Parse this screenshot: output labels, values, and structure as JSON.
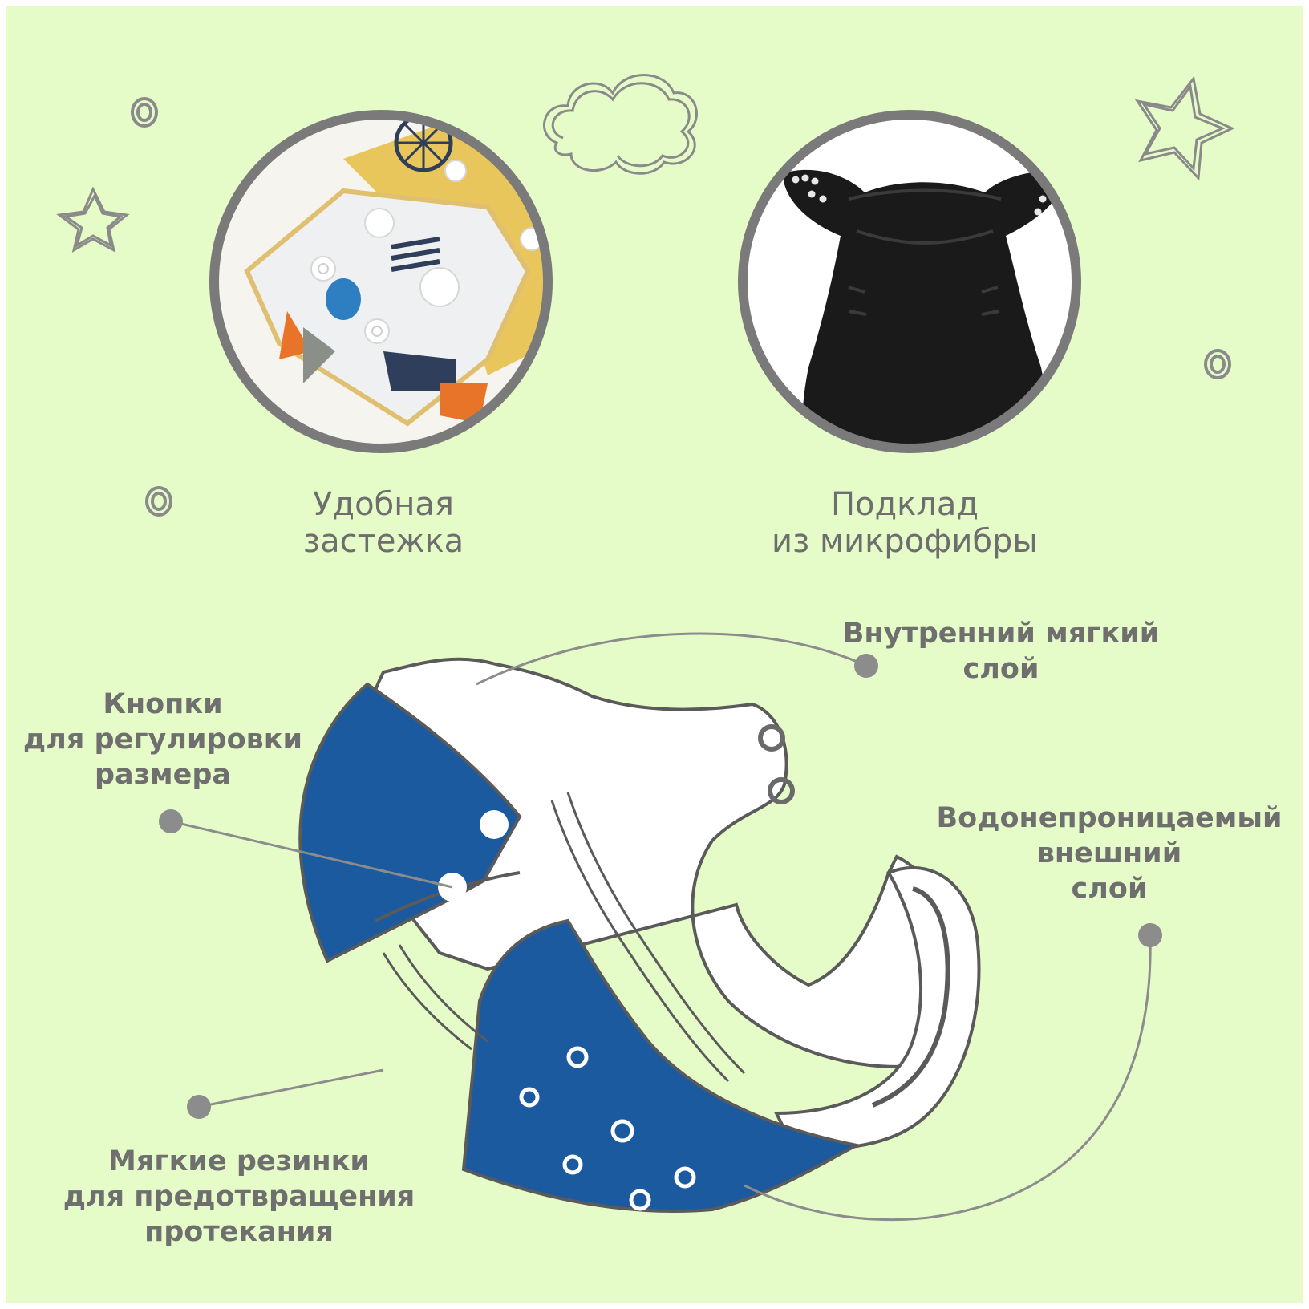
{
  "photos": {
    "left": {
      "caption": [
        "Удобная",
        "застежка"
      ]
    },
    "right": {
      "caption": [
        "Подклад",
        "из микрофибры"
      ]
    }
  },
  "callouts": {
    "inner_layer": [
      "Внутренний мягкий",
      "слой"
    ],
    "snaps": [
      "Кнопки",
      "для регулировки",
      "размера"
    ],
    "outer_layer": [
      "Водонепроницаемый",
      "внешний",
      "слой"
    ],
    "elastics": [
      "Мягкие резинки",
      "для предотвращения",
      "протекания"
    ]
  },
  "colors": {
    "background": "#e6fcc8",
    "frame": "#7a7a7a",
    "accent_blue": "#1b5a9e",
    "text": "#6e6e6e",
    "line": "#8c8c8c"
  }
}
